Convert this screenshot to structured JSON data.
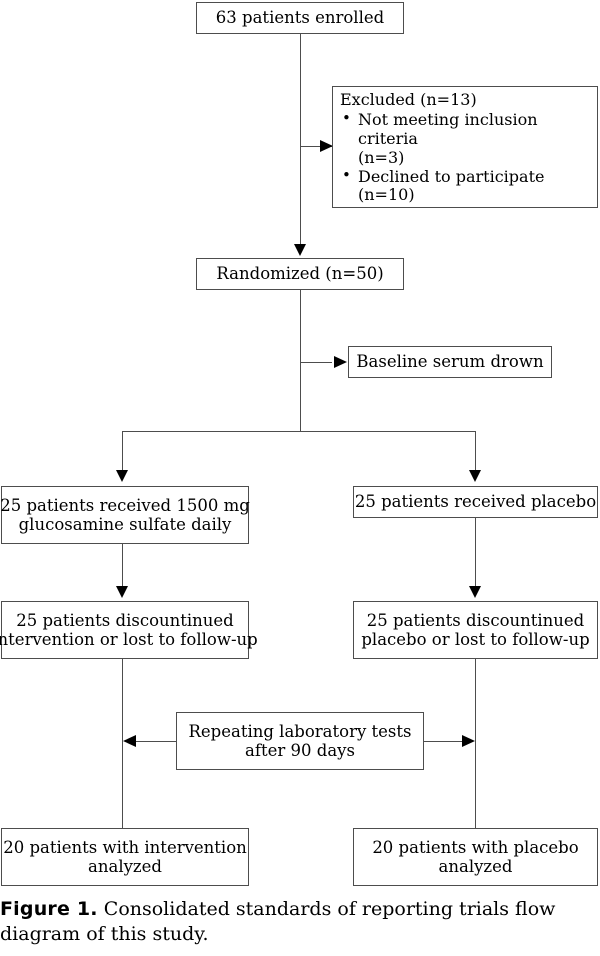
{
  "figure": {
    "caption_label": "Figure 1.",
    "caption_text": "Consolidated standards of reporting trials flow diagram of this study."
  },
  "diagram": {
    "type": "consort-flow-diagram",
    "nodes": {
      "enrolled": {
        "text": "63 patients enrolled"
      },
      "excluded": {
        "heading": "Excluded (n=13)",
        "items": [
          {
            "text": "Not meeting inclusion criteria",
            "sub": "(n=3)"
          },
          {
            "text": "Declined to participate",
            "sub": "(n=10)"
          }
        ],
        "bullet": "•"
      },
      "randomized": {
        "text": "Randomized (n=50)"
      },
      "baseline": {
        "text": "Baseline serum drown"
      },
      "intervention": {
        "line1": "25 patients received 1500 mg",
        "line2": "glucosamine sulfate daily"
      },
      "placebo": {
        "line1": "25 patients received placebo"
      },
      "discontinued_intervention": {
        "line1": "25 patients discountinued",
        "line2": "intervention or lost to follow-up"
      },
      "discontinued_placebo": {
        "line1": "25 patients discountinued",
        "line2": "placebo or lost to follow-up"
      },
      "repeat_tests": {
        "line1": "Repeating laboratory tests",
        "line2": "after 90 days"
      },
      "analyzed_intervention": {
        "line1": "20 patients with intervention",
        "line2": "analyzed"
      },
      "analyzed_placebo": {
        "line1": "20 patients with placebo",
        "line2": "analyzed"
      }
    },
    "counts": {
      "enrolled": 63,
      "excluded_total": 13,
      "excluded_not_meeting_criteria": 3,
      "excluded_declined": 10,
      "randomized": 50,
      "intervention_allocated": 25,
      "placebo_allocated": 25,
      "intervention_discontinued": 25,
      "placebo_discontinued": 25,
      "intervention_analyzed": 20,
      "placebo_analyzed": 20
    },
    "colors": {
      "border": "#4d4d4d",
      "line": "#4d4d4d",
      "arrow": "#000000",
      "text": "#000000",
      "background": "#ffffff"
    }
  }
}
